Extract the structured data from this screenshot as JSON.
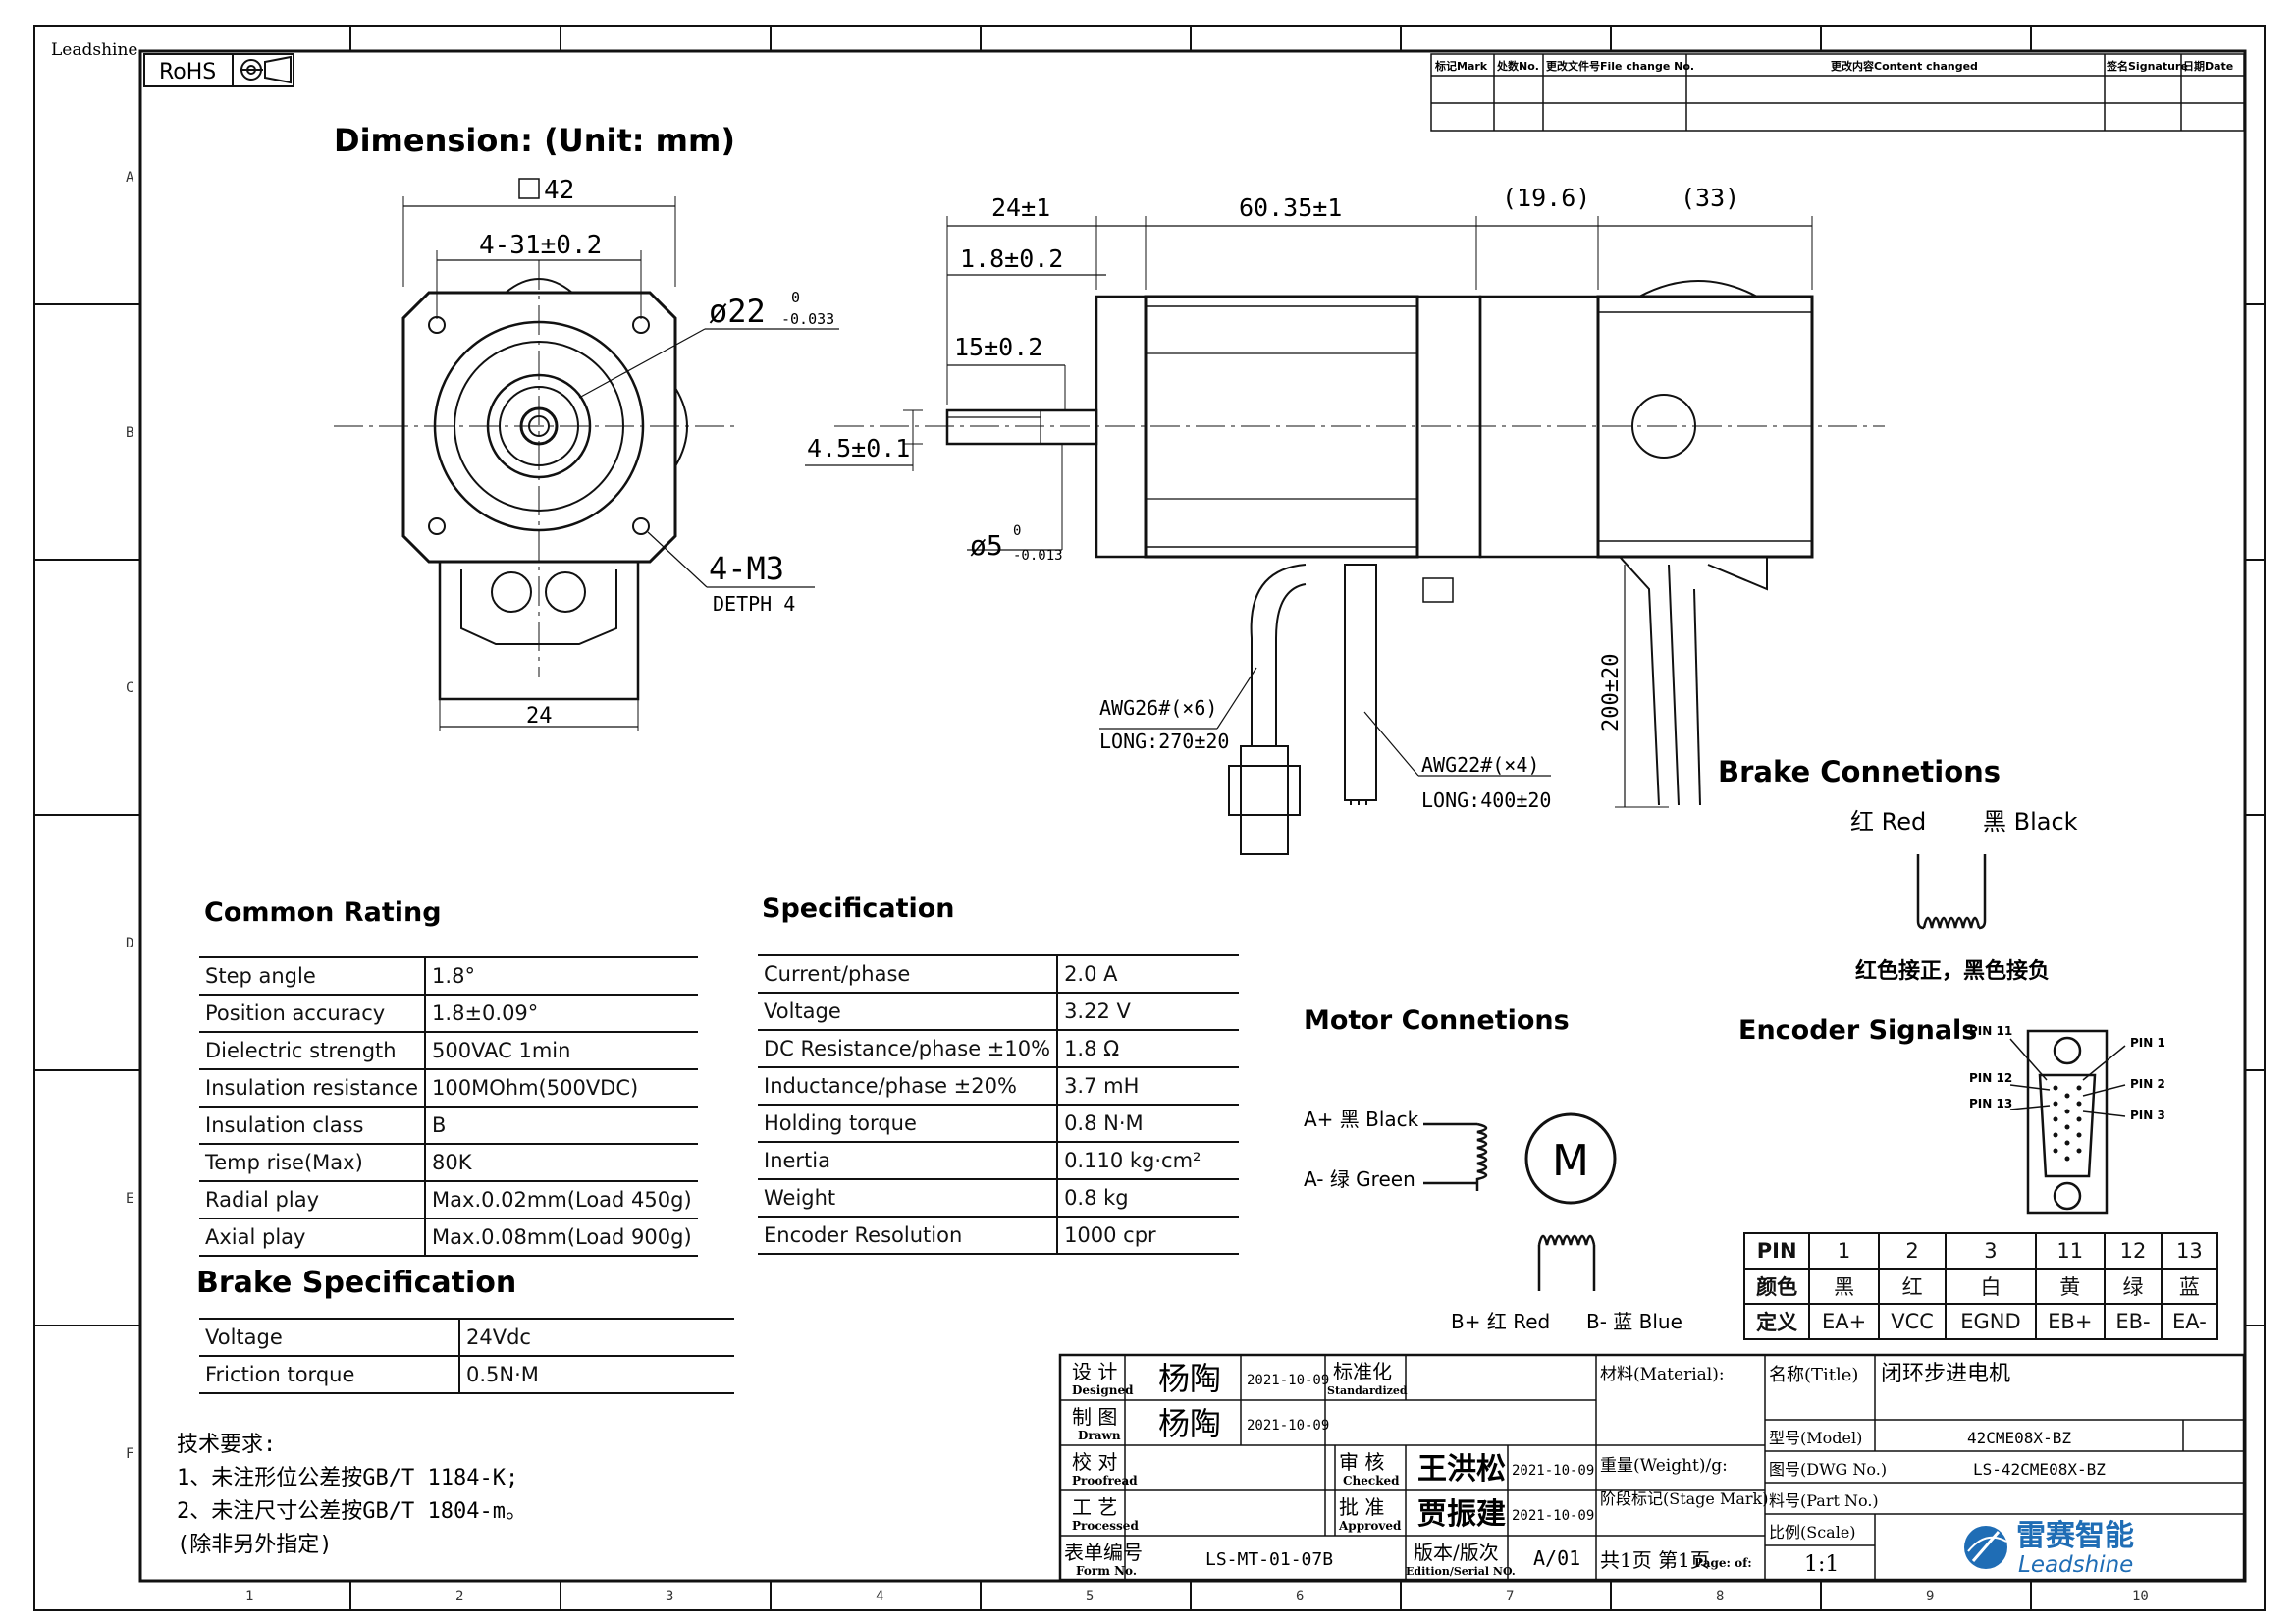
{
  "header": {
    "corner_text": "Leadshine",
    "rohs": "RoHS",
    "revision_block": {
      "mark": "标记Mark",
      "count": "处数No.",
      "file_change": "更改文件号File change No.",
      "content": "更改内容Content changed",
      "signature": "签名Signature",
      "date": "日期Date"
    }
  },
  "border": {
    "rows": [
      "A",
      "B",
      "C",
      "D",
      "E",
      "F"
    ],
    "cols": [
      "1",
      "2",
      "3",
      "4",
      "5",
      "6",
      "7",
      "8",
      "9",
      "10"
    ]
  },
  "drawing": {
    "title": "Dimension: (Unit: mm)",
    "front": {
      "square": "42",
      "bolt_pitch": "4-31±0.2",
      "pilot_dia": "ø22",
      "pilot_tol_upper": "0",
      "pilot_tol_lower": "-0.033",
      "holes": "4-M3",
      "depth": "DETPH 4",
      "connector_width": "24"
    },
    "side": {
      "shaft_len": "24±1",
      "body_len": "60.35±1",
      "encoder_len": "(19.6)",
      "brake_len": "(33)",
      "flange_thk": "1.8±0.2",
      "flat_len": "15±0.2",
      "flat_dim": "4.5±0.1",
      "shaft_dia": "ø5",
      "shaft_tol_upper": "0",
      "shaft_tol_lower": "-0.013",
      "lead_len": "200±20",
      "enc_wire": "AWG26#(×6)",
      "enc_wire_len": "LONG:270±20",
      "motor_wire": "AWG22#(×4)",
      "motor_wire_len": "LONG:400±20"
    }
  },
  "brake_connections": {
    "title": "Brake Connetions",
    "red": "红 Red",
    "black": "黑 Black",
    "note": "红色接正，黑色接负"
  },
  "motor_connections": {
    "title": "Motor Connetions",
    "a_plus": "A+ 黑 Black",
    "a_minus": "A- 绿 Green",
    "b_plus": "B+ 红 Red",
    "b_minus": "B- 蓝 Blue",
    "motor_symbol": "M"
  },
  "encoder_signals": {
    "title": "Encoder Signals",
    "pin11": "PIN 11",
    "pin12": "PIN 12",
    "pin13": "PIN 13",
    "pin1": "PIN 1",
    "pin2": "PIN 2",
    "pin3": "PIN 3",
    "table": {
      "rows": [
        [
          "PIN",
          "1",
          "2",
          "3",
          "11",
          "12",
          "13"
        ],
        [
          "颜色",
          "黑",
          "红",
          "白",
          "黄",
          "绿",
          "蓝"
        ],
        [
          "定义",
          "EA+",
          "VCC",
          "EGND",
          "EB+",
          "EB-",
          "EA-"
        ]
      ]
    }
  },
  "common_rating": {
    "title": "Common Rating",
    "rows": [
      [
        "Step angle",
        "1.8°"
      ],
      [
        "Position accuracy",
        "1.8±0.09°"
      ],
      [
        "Dielectric strength",
        "500VAC 1min"
      ],
      [
        "Insulation resistance",
        "100MOhm(500VDC)"
      ],
      [
        "Insulation class",
        "B"
      ],
      [
        "Temp rise(Max)",
        "80K"
      ],
      [
        "Radial play",
        "Max.0.02mm(Load 450g)"
      ],
      [
        "Axial play",
        "Max.0.08mm(Load 900g)"
      ]
    ]
  },
  "specification": {
    "title": "Specification",
    "rows": [
      [
        "Current/phase",
        "2.0 A"
      ],
      [
        "Voltage",
        "3.22 V"
      ],
      [
        "DC Resistance/phase  ±10%",
        "1.8 Ω"
      ],
      [
        "Inductance/phase     ±20%",
        "3.7 mH"
      ],
      [
        "Holding torque",
        "0.8 N·M"
      ],
      [
        "Inertia",
        "0.110 kg·cm²"
      ],
      [
        "Weight",
        "0.8 kg"
      ],
      [
        "Encoder Resolution",
        "1000 cpr"
      ]
    ]
  },
  "brake_spec": {
    "title": "Brake Specification",
    "rows": [
      [
        "Voltage",
        "24Vdc"
      ],
      [
        "Friction torque",
        "0.5N·M"
      ]
    ]
  },
  "tech_req": {
    "lines": [
      "技术要求:",
      "1、未注形位公差按GB/T 1184-K;",
      "2、未注尺寸公差按GB/T 1804-m。",
      "(除非另外指定)"
    ]
  },
  "title_block": {
    "designed_cn": "设 计",
    "designed_en": "Designed",
    "drawn_cn": "制 图",
    "drawn_en": "Drawn",
    "proofread_cn": "校 对",
    "proofread_en": "Proofread",
    "processed_cn": "工 艺",
    "processed_en": "Processed",
    "form_cn": "表单编号",
    "form_en": "Form No.",
    "designer": "杨陶",
    "drawer": "杨陶",
    "date1": "2021-10-09",
    "date2": "2021-10-09",
    "std_cn": "标准化",
    "std_en": "Standardized",
    "checked_cn": "审 核",
    "checked_en": "Checked",
    "approved_cn": "批 准",
    "approved_en": "Approved",
    "checker": "王洪松",
    "approver": "贾振建",
    "date3": "2021-10-09",
    "date4": "2021-10-09",
    "form_no": "LS-MT-01-07B",
    "edition_cn": "版本/版次",
    "edition_en": "Edition/Serial NO.",
    "edition": "A/01",
    "material": "材料(Material):",
    "weight": "重量(Weight)/g:",
    "stage": "阶段标记(Stage Mark)",
    "pages": "共1页 第1页",
    "page_of": "Page: of:",
    "name_label": "名称(Title)",
    "name_value": "闭环步进电机",
    "model_label": "型号(Model)",
    "model_value": "42CME08X-BZ",
    "dwg_label": "图号(DWG No.)",
    "dwg_value": "LS-42CME08X-BZ",
    "part_label": "料号(Part No.)",
    "part_value": "",
    "scale_label": "比例(Scale)",
    "scale_value": "1:1",
    "logo_cn": "雷赛智能",
    "logo_en": "Leadshine"
  }
}
